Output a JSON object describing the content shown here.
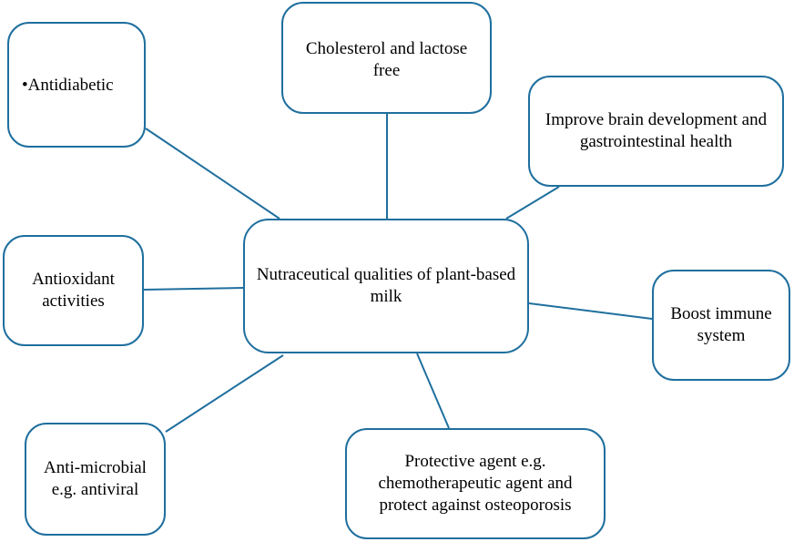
{
  "diagram": {
    "center": {
      "label": "Nutraceutical qualities of plant-based milk"
    },
    "nodes": [
      {
        "id": "antidiabetic",
        "label": "•Antidiabetic"
      },
      {
        "id": "cholesterol",
        "label": "Cholesterol and lactose free"
      },
      {
        "id": "brain",
        "label": "Improve brain development and gastrointestinal health"
      },
      {
        "id": "antioxidant",
        "label": "Antioxidant activities"
      },
      {
        "id": "immune",
        "label": "Boost immune system"
      },
      {
        "id": "antimicrobial",
        "label": "Anti-microbial e.g. antiviral"
      },
      {
        "id": "protective",
        "label": "Protective agent e.g. chemotherapeutic agent  and protect against osteoporosis"
      }
    ],
    "edges": [
      {
        "from": "center",
        "to": "antidiabetic"
      },
      {
        "from": "center",
        "to": "cholesterol"
      },
      {
        "from": "center",
        "to": "brain"
      },
      {
        "from": "center",
        "to": "antioxidant"
      },
      {
        "from": "center",
        "to": "immune"
      },
      {
        "from": "center",
        "to": "antimicrobial"
      },
      {
        "from": "center",
        "to": "protective"
      }
    ],
    "colors": {
      "border": "#1f6f9e",
      "line": "#1f6f9e",
      "text": "#000000",
      "background": "#ffffff"
    }
  }
}
